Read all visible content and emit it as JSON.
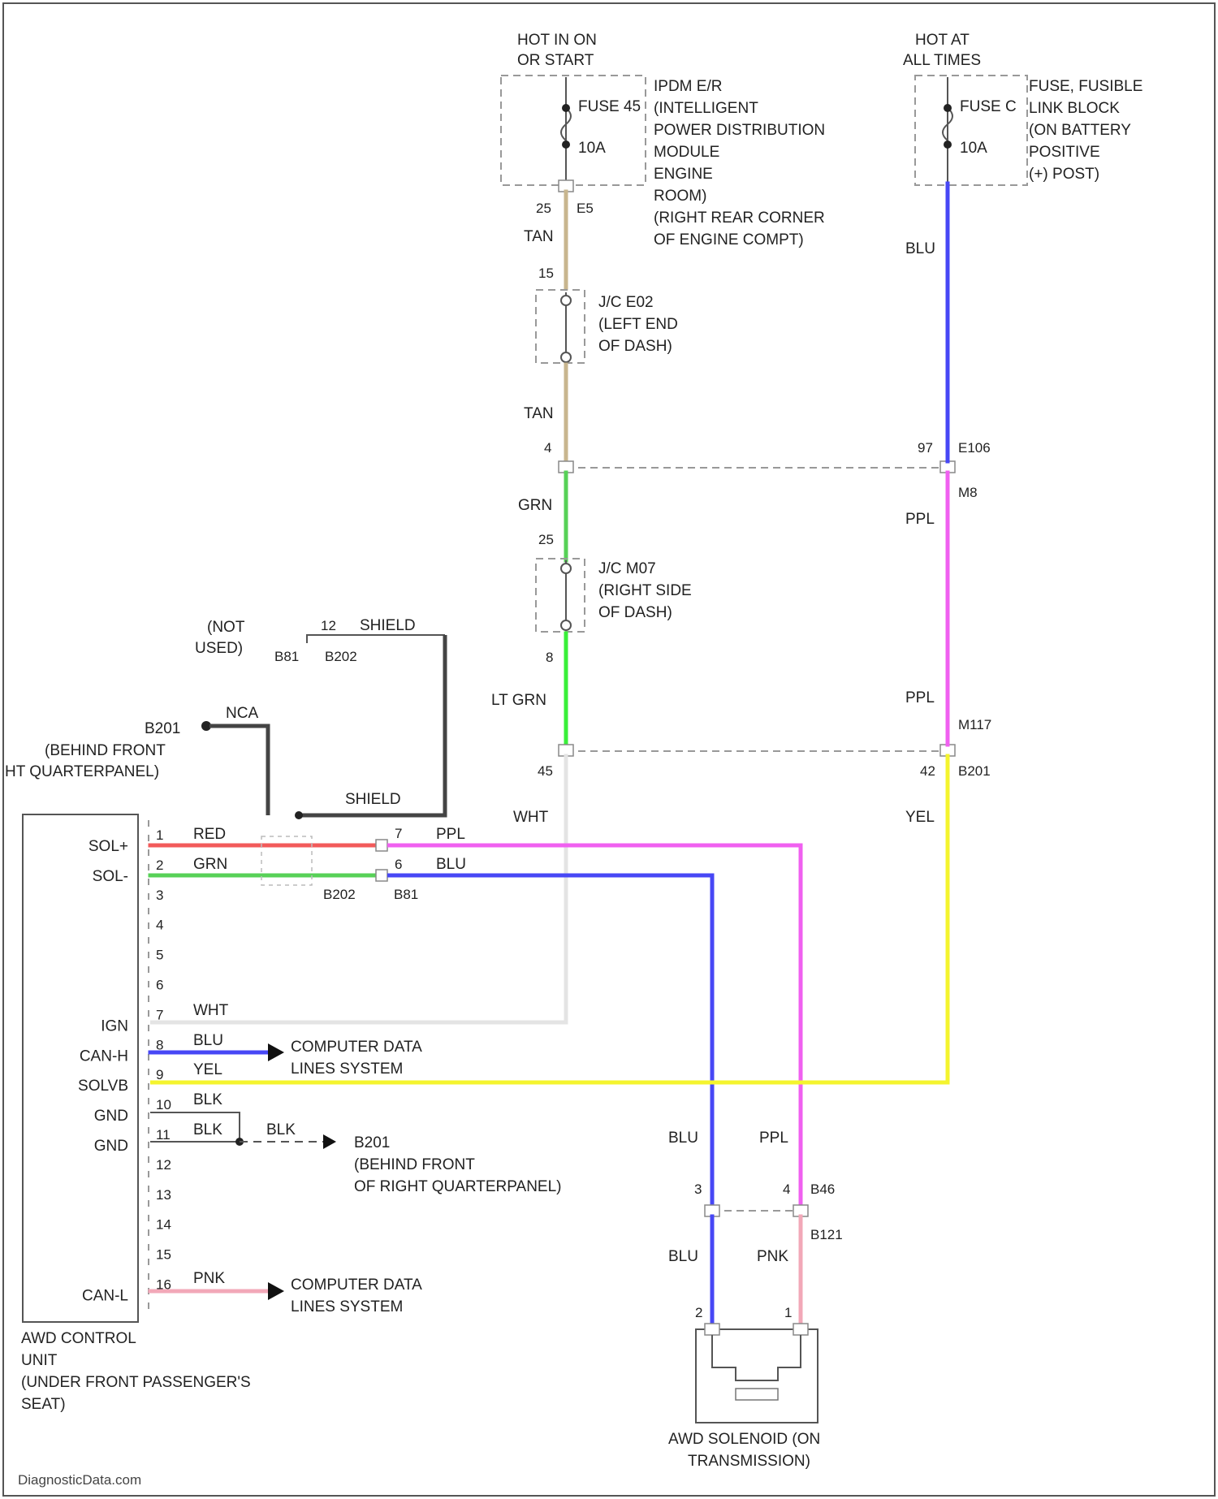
{
  "colors": {
    "tan": "#c8b68e",
    "grn": "#57d157",
    "lt_grn": "#39ef39",
    "blu": "#4747f5",
    "ppl": "#f060f0",
    "yel": "#f4f42e",
    "red": "#f25a5a",
    "pnk": "#f2a8b8",
    "wht": "#e4e4e4",
    "blk": "#444444"
  },
  "power": {
    "ign_label": [
      "HOT IN ON",
      "OR START"
    ],
    "bat_label": [
      "HOT AT",
      "ALL TIMES"
    ],
    "fuse45_name": "FUSE 45",
    "fuse45_amp": "10A",
    "fuse_c_name": "FUSE C",
    "fuse_c_amp": "10A",
    "ipdm_desc": [
      "IPDM E/R",
      "(INTELLIGENT",
      "POWER DISTRIBUTION",
      "MODULE",
      "ENGINE",
      "ROOM)",
      "(RIGHT REAR CORNER",
      "OF ENGINE COMPT)"
    ],
    "fuse_block_desc": [
      "FUSE, FUSIBLE",
      "LINK BLOCK",
      "(ON BATTERY",
      "POSITIVE",
      "(+) POST)"
    ]
  },
  "connectors": {
    "e5_pin": "25",
    "e5_name": "E5",
    "jc_e02_in": "15",
    "jc_e02_out": "4",
    "jc_e02_desc": [
      "J/C E02",
      "(LEFT END",
      "OF DASH)"
    ],
    "jc_m07_in": "25",
    "jc_m07_out": "8",
    "jc_m07_desc": [
      "J/C M07",
      "(RIGHT SIDE",
      "OF DASH)"
    ],
    "e106_pin": "97",
    "e106_name": "E106",
    "m9_label": "M8",
    "m117_name": "M117",
    "b201_pin": "45",
    "b201_pin_r": "42",
    "b201_name": "B201",
    "b46_pin3": "3",
    "b46_pin4": "4",
    "b46_name": "B46",
    "b121_name": "B121",
    "b202_pin": "12",
    "b202_name": "B202",
    "b81_name": "B81",
    "b202_left": "B202",
    "b81_right": "B81",
    "sol_conn_pin1": "7",
    "sol_conn_pin2": "6",
    "sol_pin1": "2",
    "sol_pin2": "1"
  },
  "wires": {
    "tan_top": "TAN",
    "tan_mid": "TAN",
    "grn": "GRN",
    "lt_grn": "LT GRN",
    "blu_top": "BLU",
    "ppl_upper": "PPL",
    "ppl_lower": "PPL",
    "yel": "YEL",
    "wht": "WHT",
    "shield_top": "SHIELD",
    "shield_mid": "SHIELD",
    "nca": "NCA",
    "red": "RED",
    "grn_sol": "GRN",
    "ppl_sol": "PPL",
    "blu_sol": "BLU",
    "wht_ign": "WHT",
    "blu_canh": "BLU",
    "yel_solvb": "YEL",
    "blk12": "BLK",
    "blk11": "BLK",
    "blk_ground": "BLK",
    "pnk_canl": "PNK",
    "blu_b46": "BLU",
    "ppl_b46": "PPL",
    "blu_sol_low": "BLU",
    "pnk_sol_low": "PNK"
  },
  "not_used": [
    "(NOT",
    "USED)"
  ],
  "grounds": {
    "g1_name": "B201",
    "g1_desc": [
      "(BEHIND FRONT",
      "HT QUARTERPANEL)"
    ],
    "g2_name": "B201",
    "g2_desc": [
      "(BEHIND FRONT",
      "OF RIGHT QUARTERPANEL)"
    ]
  },
  "data_lines": {
    "canh": [
      "COMPUTER DATA",
      "LINES SYSTEM"
    ],
    "canl": [
      "COMPUTER DATA",
      "LINES SYSTEM"
    ]
  },
  "control_unit": {
    "pins": [
      {
        "num": "1",
        "name": "SOL+"
      },
      {
        "num": "2",
        "name": "SOL-"
      },
      {
        "num": "3",
        "name": ""
      },
      {
        "num": "4",
        "name": ""
      },
      {
        "num": "5",
        "name": ""
      },
      {
        "num": "6",
        "name": ""
      },
      {
        "num": "7",
        "name": "IGN"
      },
      {
        "num": "8",
        "name": "CAN-H"
      },
      {
        "num": "9",
        "name": "SOLVB"
      },
      {
        "num": "10",
        "name": "GND"
      },
      {
        "num": "11",
        "name": "GND"
      },
      {
        "num": "12",
        "name": ""
      },
      {
        "num": "13",
        "name": ""
      },
      {
        "num": "14",
        "name": ""
      },
      {
        "num": "15",
        "name": ""
      },
      {
        "num": "16",
        "name": "CAN-L"
      }
    ],
    "desc": [
      "AWD CONTROL",
      "UNIT",
      "(UNDER FRONT PASSENGER'S",
      "SEAT)"
    ]
  },
  "solenoid": {
    "desc": [
      "AWD SOLENOID (ON",
      "TRANSMISSION)"
    ]
  },
  "watermark": "DiagnosticData.com"
}
